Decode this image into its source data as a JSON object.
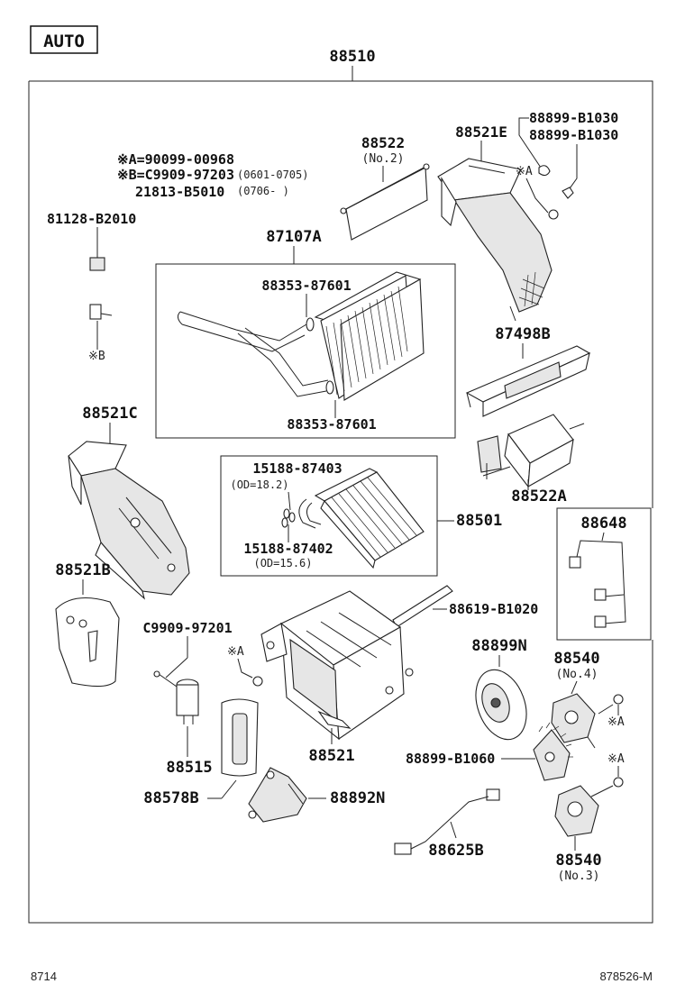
{
  "badge": "AUTO",
  "top_label": "88510",
  "legend": {
    "a": "※A=90099-00968",
    "b1": "※B=C9909-97203",
    "b1_range": "(0601-0705)",
    "b2": "21813-B5010",
    "b2_range": "(0706-    )"
  },
  "parts": {
    "p88522": "88522",
    "p88522_sub": "(No.2)",
    "p88521E": "88521E",
    "p88899_b1030_a": "88899-B1030",
    "p88899_b1030_b": "88899-B1030",
    "markA_top": "※A",
    "p81128": "81128-B2010",
    "markB": "※B",
    "p87107A": "87107A",
    "p88353_top": "88353-87601",
    "p88353_bot": "88353-87601",
    "p87498B": "87498B",
    "p88521C": "88521C",
    "p15188_87403": "15188-87403",
    "od_182": "(OD=18.2)",
    "p15188_87402": "15188-87402",
    "od_156": "(OD=15.6)",
    "p88501": "88501",
    "p88522A": "88522A",
    "p88648": "88648",
    "p88521B": "88521B",
    "p88619": "88619-B1020",
    "pC9909": "C9909-97201",
    "markA_mid": "※A",
    "p88899N": "88899N",
    "p88540_4": "88540",
    "p88540_4_sub": "(No.4)",
    "markA_r1": "※A",
    "p88515": "88515",
    "p88521": "88521",
    "p88899_b1060": "88899-B1060",
    "markA_r2": "※A",
    "p88578B": "88578B",
    "p88892N": "88892N",
    "p88625B": "88625B",
    "p88540_3": "88540",
    "p88540_3_sub": "(No.3)"
  },
  "footer": {
    "left": "8714",
    "right": "878526-M"
  }
}
